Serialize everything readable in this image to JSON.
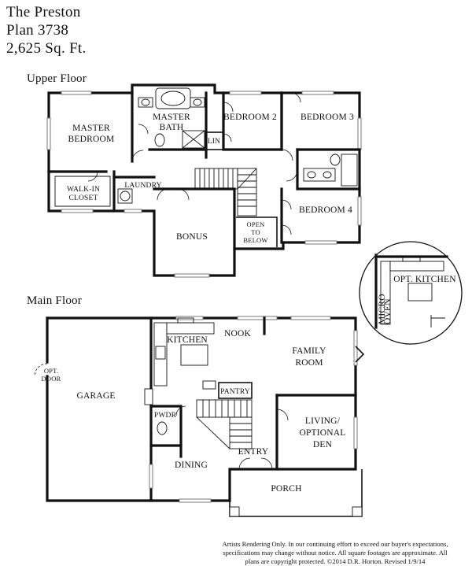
{
  "header": {
    "name": "The Preston",
    "plan": "Plan 3738",
    "sqft": "2,625 Sq. Ft."
  },
  "upper_floor": {
    "label": "Upper Floor",
    "rooms": {
      "master_bedroom": [
        "MASTER",
        "BEDROOM"
      ],
      "master_bath": [
        "MASTER",
        "BATH"
      ],
      "bedroom2": "BEDROOM 2",
      "bedroom3": "BEDROOM 3",
      "bedroom4": "BEDROOM 4",
      "lin": "LIN",
      "walk_in_closet": [
        "WALK-IN",
        "CLOSET"
      ],
      "laundry": "LAUNDRY",
      "bonus": "BONUS",
      "open_to_below": [
        "OPEN",
        "TO",
        "BELOW"
      ]
    }
  },
  "opt_kitchen": {
    "label": "OPT. KITCHEN",
    "micro_oven": [
      "MICRO",
      "OVEN"
    ]
  },
  "main_floor": {
    "label": "Main Floor",
    "rooms": {
      "kitchen": "KITCHEN",
      "nook": "NOOK",
      "family_room": [
        "FAMILY",
        "ROOM"
      ],
      "garage": "GARAGE",
      "opt_door": [
        "OPT.",
        "DOOR"
      ],
      "pantry": "PANTRY",
      "pwdr": "PWDR",
      "living": [
        "LIVING/",
        "OPTIONAL",
        "DEN"
      ],
      "dining": "DINING",
      "entry": "ENTRY",
      "porch": "PORCH"
    }
  },
  "footer": {
    "line1": "Artists Rendering Only. In our continuing effort to exceed our buyer's expectations,",
    "line2": "specifications may change without notice.  All square footages are approximate. All",
    "line3": "plans are copyright protected. ©2014 D.R. Horton. Revised 1/9/14"
  }
}
